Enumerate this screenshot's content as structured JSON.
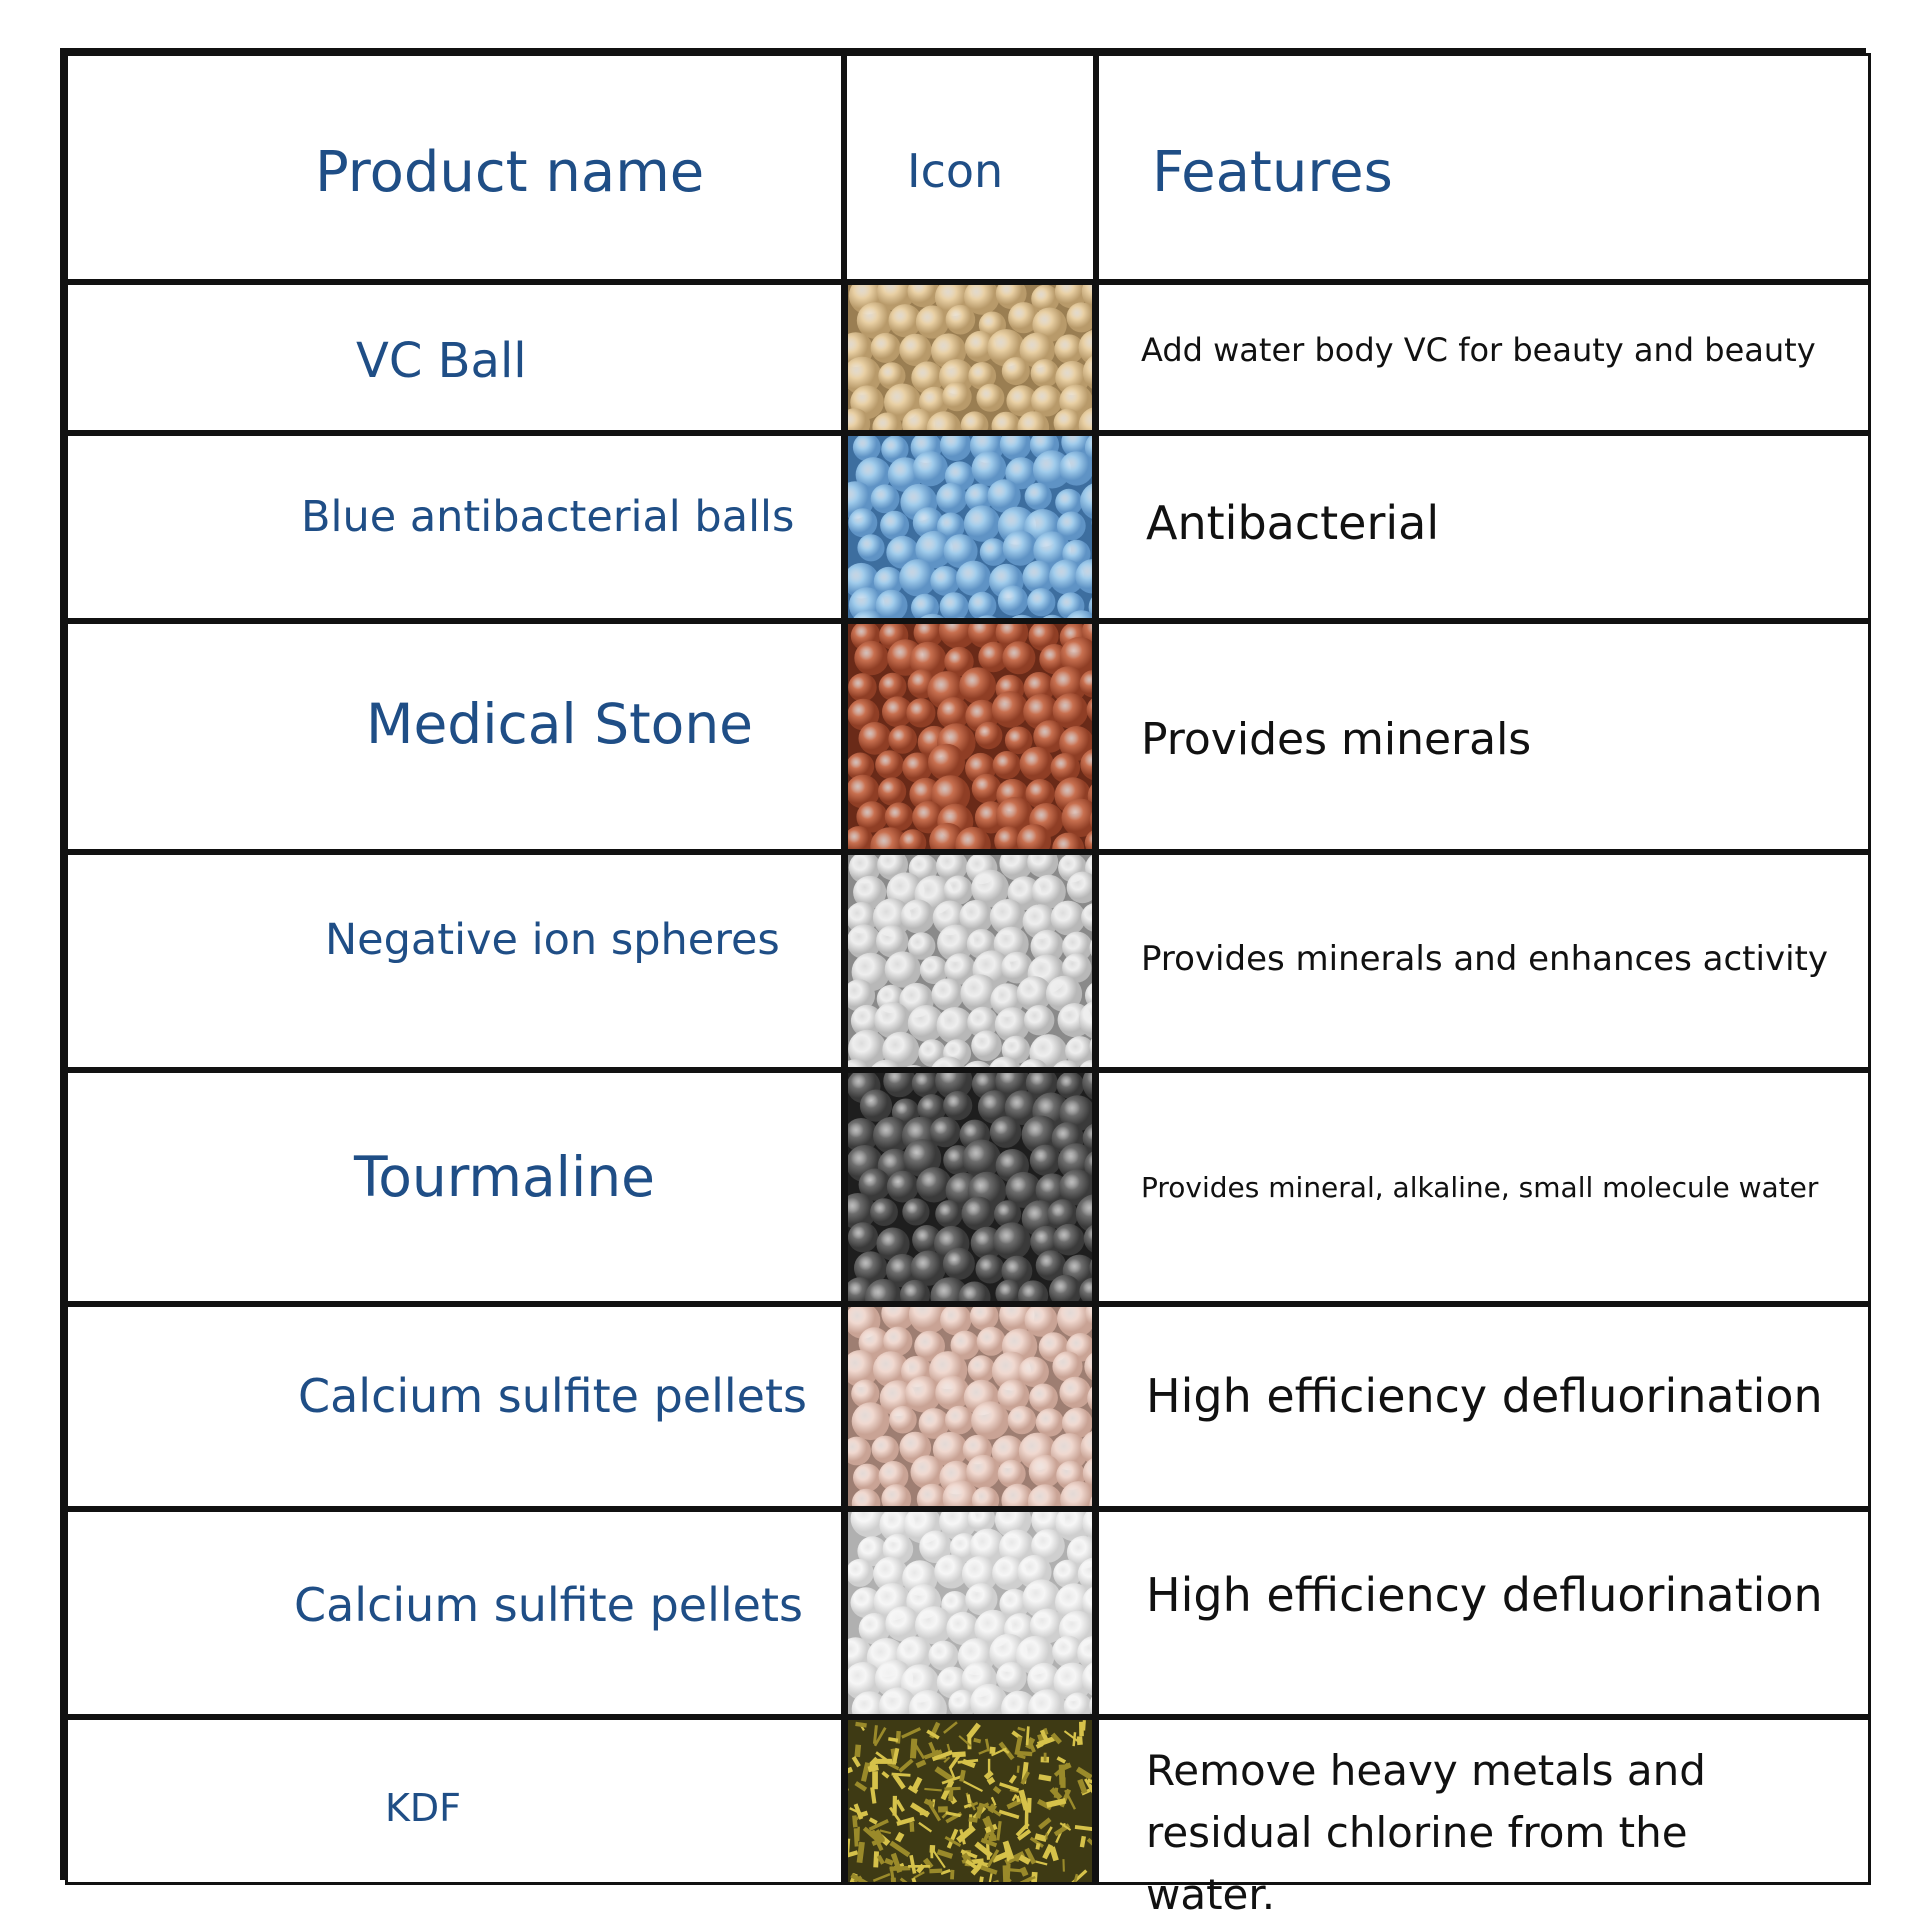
{
  "headers": {
    "product": "Product name",
    "icon": "Icon",
    "features": "Features"
  },
  "rows": [
    {
      "name": "VC Ball",
      "feature": "Add water body VC for beauty and beauty",
      "icon": "beige-pellets-icon",
      "color": "#e8cfa3"
    },
    {
      "name": "Blue antibacterial balls",
      "feature": "Antibacterial",
      "icon": "blue-pellets-icon",
      "color": "#9fcbeb"
    },
    {
      "name": "Medical Stone",
      "feature": "Provides minerals",
      "icon": "terracotta-pellets-icon",
      "color": "#c87050"
    },
    {
      "name": "Negative ion spheres",
      "feature": "Provides minerals and enhances activity",
      "icon": "white-pellets-icon",
      "color": "#eeeeee"
    },
    {
      "name": "Tourmaline",
      "feature": "Provides mineral, alkaline, small molecule water",
      "icon": "grey-pellets-icon",
      "color": "#6e6e6e"
    },
    {
      "name": "Calcium sulfite pellets",
      "feature": "High efficiency defluorination",
      "icon": "pink-pellets-icon",
      "color": "#f0d8cf"
    },
    {
      "name": "Calcium sulfite pellets",
      "feature": "High efficiency defluorination",
      "icon": "white-pellets-icon",
      "color": "#f6f6f6"
    },
    {
      "name": "KDF",
      "feature": "Remove heavy metals and residual chlorine from the water.",
      "icon": "gold-granules-icon",
      "color": "#9a8a2a"
    }
  ],
  "colors": {
    "header_text": "#1f4e86",
    "name_text": "#1f4e86",
    "feature_text": "#111111",
    "border": "#111111"
  }
}
